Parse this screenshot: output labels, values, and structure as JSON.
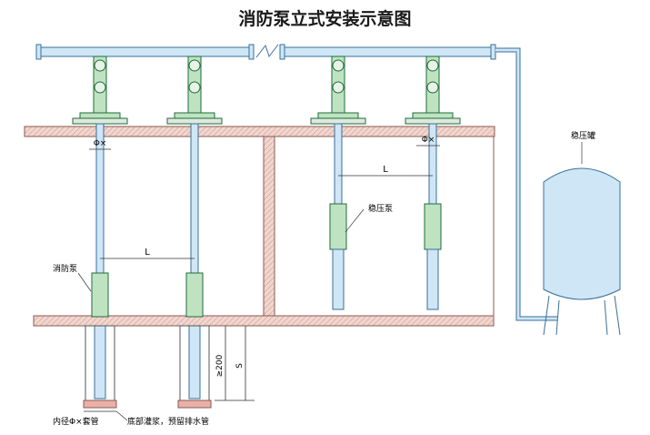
{
  "title": "消防泵立式安装示意图",
  "labels": {
    "dim_d_left1": "Φ×",
    "dim_d_right2": "Φ×",
    "spacing_upper": "L",
    "spacing_lower": "L",
    "pump_right": "稳压泵",
    "pump_left": "消防泵",
    "tank": "稳压罐",
    "dim_200": "≥200",
    "dim_depth": "S",
    "note_pipe": "内径Φ×套管",
    "note_pit": "底部灌浆，预留排水管"
  },
  "colors": {
    "pipe_blue": "#cfe6f6",
    "pipe_stroke": "#3a6f99",
    "pump_green": "#bfe3c0",
    "pump_stroke": "#1f6b3a",
    "concrete": "#e9c7bf",
    "concrete_stroke": "#8a5a50",
    "pit_red": "#e8b0a6"
  }
}
